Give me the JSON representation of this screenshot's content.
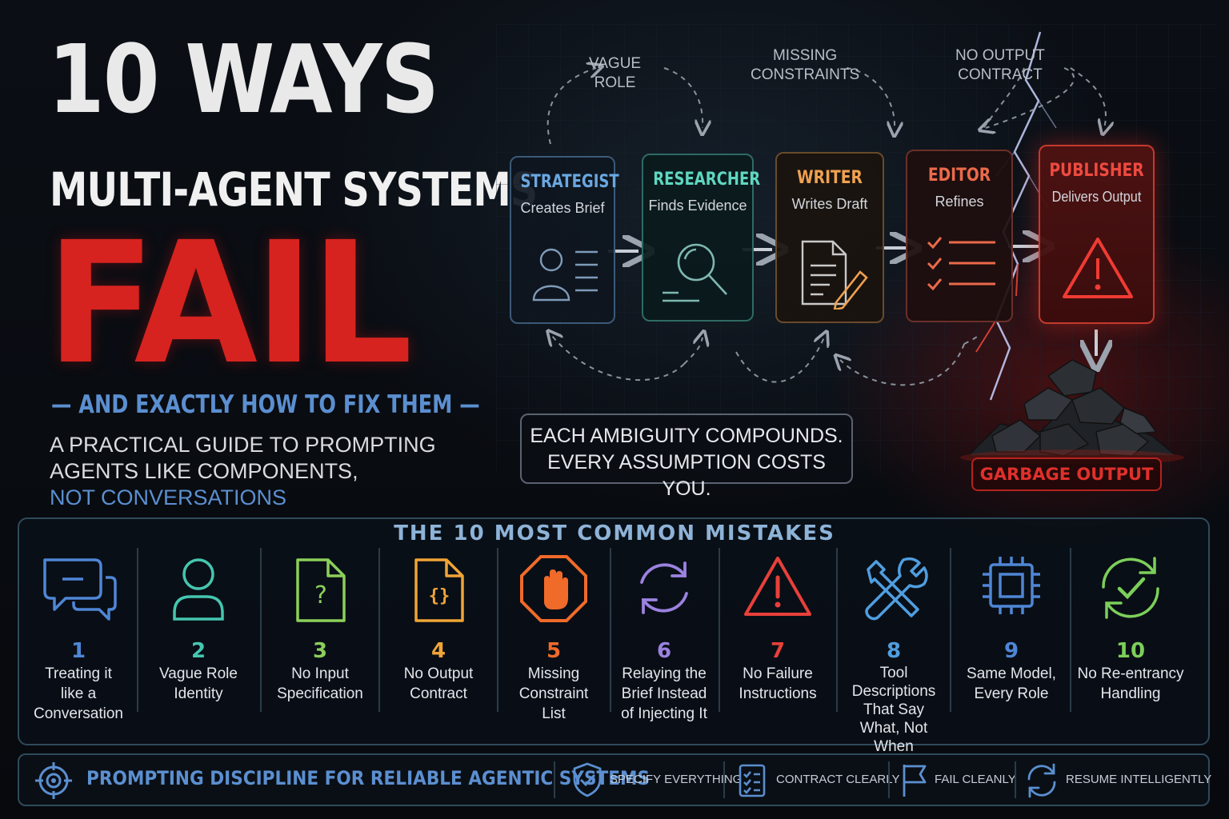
{
  "title": {
    "line1": "10 WAYS",
    "line2": "MULTI-AGENT SYSTEMS",
    "line3": "FAIL",
    "subtitle": "— AND EXACTLY HOW TO FIX THEM —",
    "guide_line1": "A PRACTICAL GUIDE TO PROMPTING",
    "guide_line2": "AGENTS LIKE COMPONENTS,",
    "guide_line3": "NOT CONVERSATIONS"
  },
  "pipeline": {
    "floating_labels": [
      {
        "line1": "VAGUE",
        "line2": "ROLE"
      },
      {
        "line1": "MISSING",
        "line2": "CONSTRAINTS"
      },
      {
        "line1": "NO OUTPUT",
        "line2": "CONTRACT"
      }
    ],
    "agents": [
      {
        "title": "STRATEGIST",
        "subtitle": "Creates Brief",
        "icon": "person-card-icon",
        "color": "#6aa7e0"
      },
      {
        "title": "RESEARCHER",
        "subtitle": "Finds Evidence",
        "icon": "magnifier-icon",
        "color": "#5fd6c0"
      },
      {
        "title": "WRITER",
        "subtitle": "Writes Draft",
        "icon": "document-pencil-icon",
        "color": "#f0a150"
      },
      {
        "title": "EDITOR",
        "subtitle": "Refines",
        "icon": "checklist-icon",
        "color": "#ea6a4a"
      },
      {
        "title": "PUBLISHER",
        "subtitle": "Delivers Output",
        "icon": "warning-triangle-icon",
        "color": "#ef3b33"
      }
    ],
    "callout_line1": "EACH AMBIGUITY COMPOUNDS.",
    "callout_line2": "EVERY ASSUMPTION COSTS YOU.",
    "garbage_label": "GARBAGE OUTPUT"
  },
  "mistakes": {
    "heading": "THE 10 MOST COMMON MISTAKES",
    "items": [
      {
        "num": "1",
        "lines": [
          "Treating it",
          "like a",
          "Conversation"
        ],
        "icon": "chat-bubbles-icon",
        "color": "#4f86d6"
      },
      {
        "num": "2",
        "lines": [
          "Vague Role",
          "Identity"
        ],
        "icon": "user-icon",
        "color": "#45c6b0"
      },
      {
        "num": "3",
        "lines": [
          "No Input",
          "Specification"
        ],
        "icon": "question-file-icon",
        "color": "#8ccf5a"
      },
      {
        "num": "4",
        "lines": [
          "No Output",
          "Contract"
        ],
        "icon": "code-file-icon",
        "color": "#f0a437"
      },
      {
        "num": "5",
        "lines": [
          "Missing",
          "Constraint",
          "List"
        ],
        "icon": "stop-hand-icon",
        "color": "#f06a2a"
      },
      {
        "num": "6",
        "lines": [
          "Relaying the",
          "Brief Instead",
          "of Injecting It"
        ],
        "icon": "cycle-arrows-icon",
        "color": "#9b82e0"
      },
      {
        "num": "7",
        "lines": [
          "No Failure",
          "Instructions"
        ],
        "icon": "warning-icon",
        "color": "#e8403a"
      },
      {
        "num": "8",
        "lines": [
          "Tool",
          "Descriptions",
          "That Say",
          "What, Not",
          "When"
        ],
        "icon": "tools-icon",
        "color": "#4f9ee0"
      },
      {
        "num": "9",
        "lines": [
          "Same Model,",
          "Every Role"
        ],
        "icon": "chip-icon",
        "color": "#4f86d6"
      },
      {
        "num": "10",
        "lines": [
          "No Re-entrancy",
          "Handling"
        ],
        "icon": "refresh-check-icon",
        "color": "#7ccf5a"
      }
    ]
  },
  "footer": {
    "main": "PROMPTING DISCIPLINE FOR RELIABLE AGENTIC SYSTEMS",
    "items": [
      {
        "label": "SPECIFY EVERYTHING",
        "icon": "shield-check-icon"
      },
      {
        "label": "CONTRACT CLEARLY",
        "icon": "clipboard-list-icon"
      },
      {
        "label": "FAIL CLEANLY",
        "icon": "flag-icon"
      },
      {
        "label": "RESUME INTELLIGENTLY",
        "icon": "sync-icon"
      }
    ],
    "accent_color": "#5b8fd0"
  }
}
